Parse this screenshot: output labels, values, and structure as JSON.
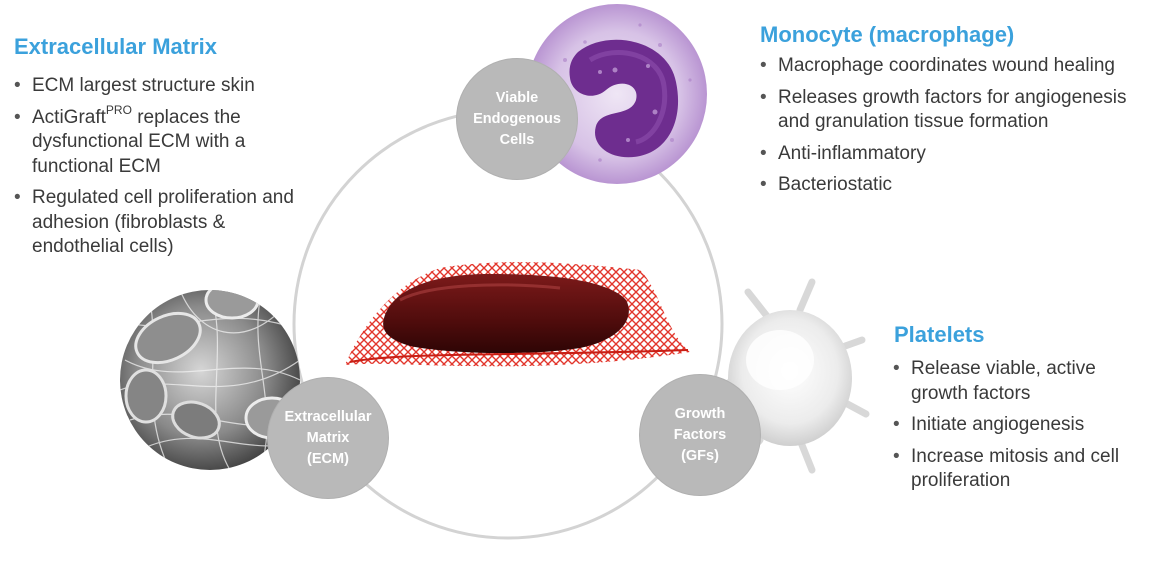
{
  "colors": {
    "heading": "#3ba1dc",
    "node": "#b9b9b9",
    "ring": "#d3d3d3",
    "text": "#3a3a3a"
  },
  "ecm_section": {
    "heading": "Extracellular Matrix",
    "bullet1": "ECM largest structure skin",
    "bullet2_prefix": "ActiGraft",
    "bullet2_sup": "PRO",
    "bullet2_suffix": " replaces the dysfunctional ECM with a functional ECM",
    "bullet3": "Regulated cell proliferation and adhesion (fibroblasts & endothelial cells)"
  },
  "monocyte_section": {
    "heading": "Monocyte (macrophage)",
    "bullets": [
      "Macrophage coordinates wound healing",
      "Releases growth factors for angiogenesis and granulation tissue formation",
      "Anti-inflammatory",
      "Bacteriostatic"
    ]
  },
  "platelets_section": {
    "heading": "Platelets",
    "bullets": [
      "Release viable, active growth factors",
      "Initiate angiogenesis",
      "Increase mitosis and cell proliferation"
    ]
  },
  "nodes": {
    "cells": [
      "Viable",
      "Endogenous",
      "Cells"
    ],
    "ecm": [
      "Extracellular",
      "Matrix",
      "(ECM)"
    ],
    "gfs": [
      "Growth",
      "Factors",
      "(GFs)"
    ]
  },
  "images": {
    "monocyte": "monocyte-micrograph",
    "platelet": "platelet-micrograph",
    "ecm": "ecm-fibrin-micrograph",
    "clot": "actigraft-blood-clot"
  }
}
